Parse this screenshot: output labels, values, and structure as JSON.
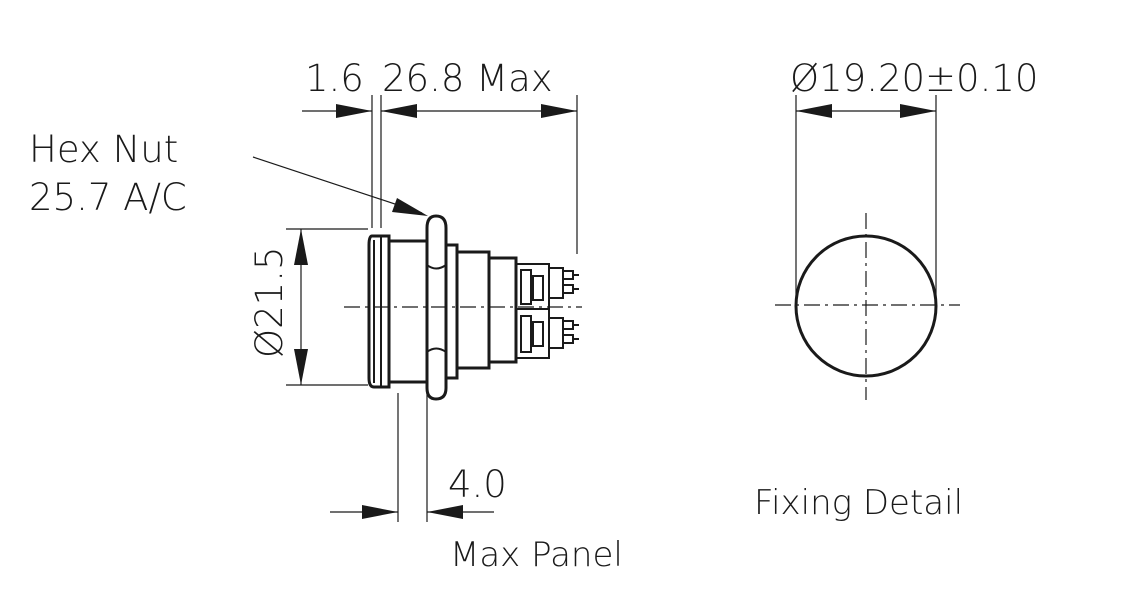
{
  "labels": {
    "dim_flange": "1.6",
    "dim_length": "26.8 Max",
    "dim_cutout": "Ø19.20±0.10",
    "hex_nut_line1": "Hex Nut",
    "hex_nut_line2": "25.7 A/C",
    "dim_diameter": "Ø21.5",
    "dim_panel": "4.0",
    "max_panel": "Max Panel",
    "fixing_detail": "Fixing Detail"
  },
  "colors": {
    "line": "#1a1a1a",
    "background": "#ffffff"
  }
}
